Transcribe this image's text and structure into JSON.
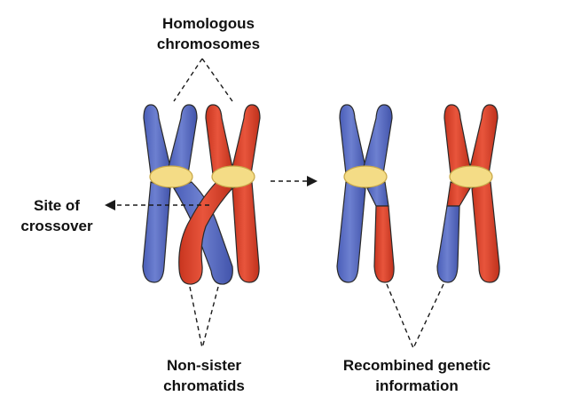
{
  "labels": {
    "homologous": {
      "line1": "Homologous",
      "line2": "chromosomes"
    },
    "crossover": {
      "line1": "Site of",
      "line2": "crossover"
    },
    "non_sister": {
      "line1": "Non-sister",
      "line2": "chromatids"
    },
    "recombined": {
      "line1": "Recombined genetic",
      "line2": "information"
    }
  },
  "colors": {
    "blue": "#5b6fc2",
    "blue_dark": "#3f4f9c",
    "red": "#d9412b",
    "red_dark": "#b12e1b",
    "centromere": "#f4dc86",
    "centromere_stroke": "#c9a94a",
    "outline": "#2a2a2a",
    "text": "#111111"
  }
}
